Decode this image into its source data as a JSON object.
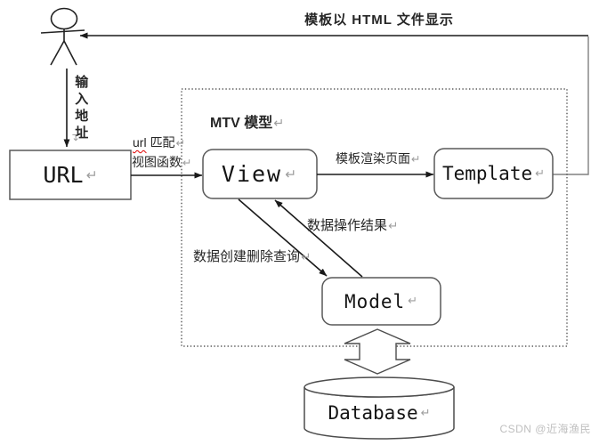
{
  "diagram": {
    "labels": {
      "top_arrow": "模板以 HTML 文件显示",
      "input_address": "输入地址",
      "url_match_underlined": "url",
      "url_match_rest": "匹配",
      "view_function": "视图函数",
      "template_render": "模板渲染页面",
      "data_operation_result": "数据操作结果",
      "data_crud": "数据创建删除查询",
      "mtv_title": "MTV 模型"
    },
    "nodes": {
      "url": "URL",
      "view": "View",
      "template": "Template",
      "model": "Model",
      "database": "Database"
    },
    "marks": {
      "return": "↵"
    },
    "watermark": "CSDN @近海渔民",
    "colors": {
      "line": "#1a1a1a",
      "box_border": "#595959",
      "dotted_border": "#3a3a3a",
      "connector": "#808080",
      "return_mark": "#9e9e9e",
      "spellcheck_underline": "#e00000",
      "watermark": "#c0c0c0",
      "background": "#ffffff"
    }
  }
}
